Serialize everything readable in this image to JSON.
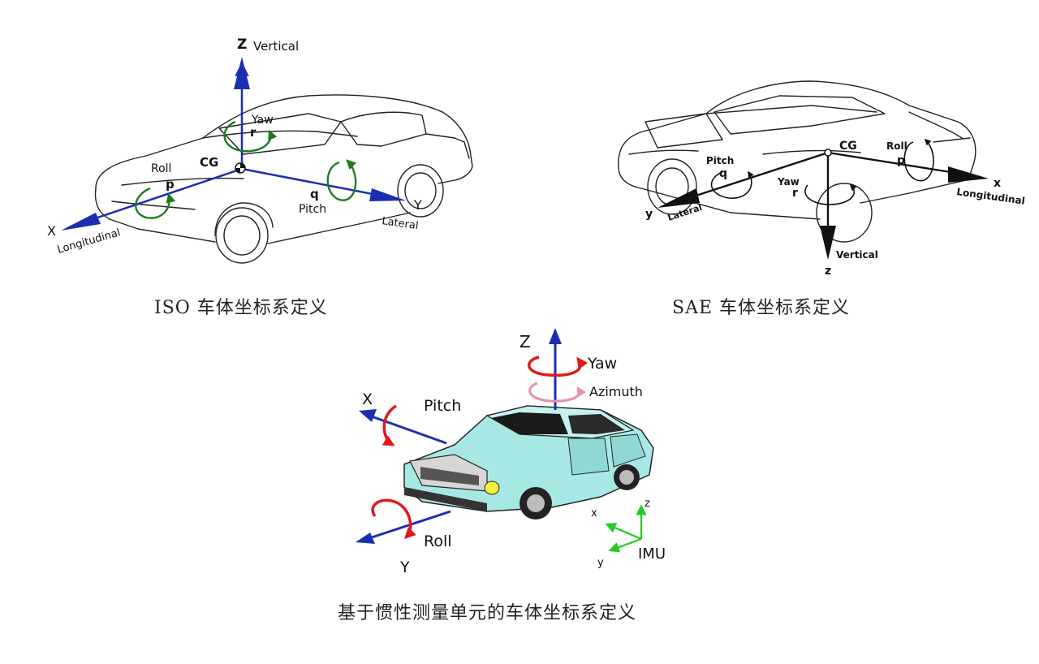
{
  "diagrams": {
    "iso": {
      "caption": "ISO 车体坐标系定义",
      "z_axis": "Z",
      "z_name": "Vertical",
      "x_axis": "X",
      "x_name": "Longitudinal",
      "y_axis": "Y",
      "y_name": "Lateral",
      "cg": "CG",
      "roll": "Roll",
      "roll_sym": "p",
      "yaw": "Yaw",
      "yaw_sym": "r",
      "pitch": "Pitch",
      "pitch_sym": "q"
    },
    "sae": {
      "caption": "SAE 车体坐标系定义",
      "x_axis": "x",
      "x_name": "Longitudinal",
      "y_axis": "y",
      "y_name": "Lateral",
      "z_axis": "z",
      "z_name": "Vertical",
      "cg": "CG",
      "roll": "Roll",
      "roll_sym": "p",
      "pitch": "Pitch",
      "pitch_sym": "q",
      "yaw": "Yaw",
      "yaw_sym": "r"
    },
    "imu": {
      "caption": "基于惯性测量单元的车体坐标系定义",
      "z_axis": "Z",
      "x_axis": "X",
      "y_axis": "Y",
      "yaw": "Yaw",
      "azimuth": "Azimuth",
      "pitch": "Pitch",
      "roll": "Roll",
      "imu_label": "IMU",
      "imu_x": "x",
      "imu_y": "y",
      "imu_z": "z"
    }
  },
  "colors": {
    "axis_blue": "#1a2fb0",
    "rotation_green": "#1f7a1f",
    "rotation_red": "#e01818",
    "azimuth_pink": "#e890a8",
    "car_body": "#a8e8e4",
    "imu_green": "#22cc22"
  }
}
